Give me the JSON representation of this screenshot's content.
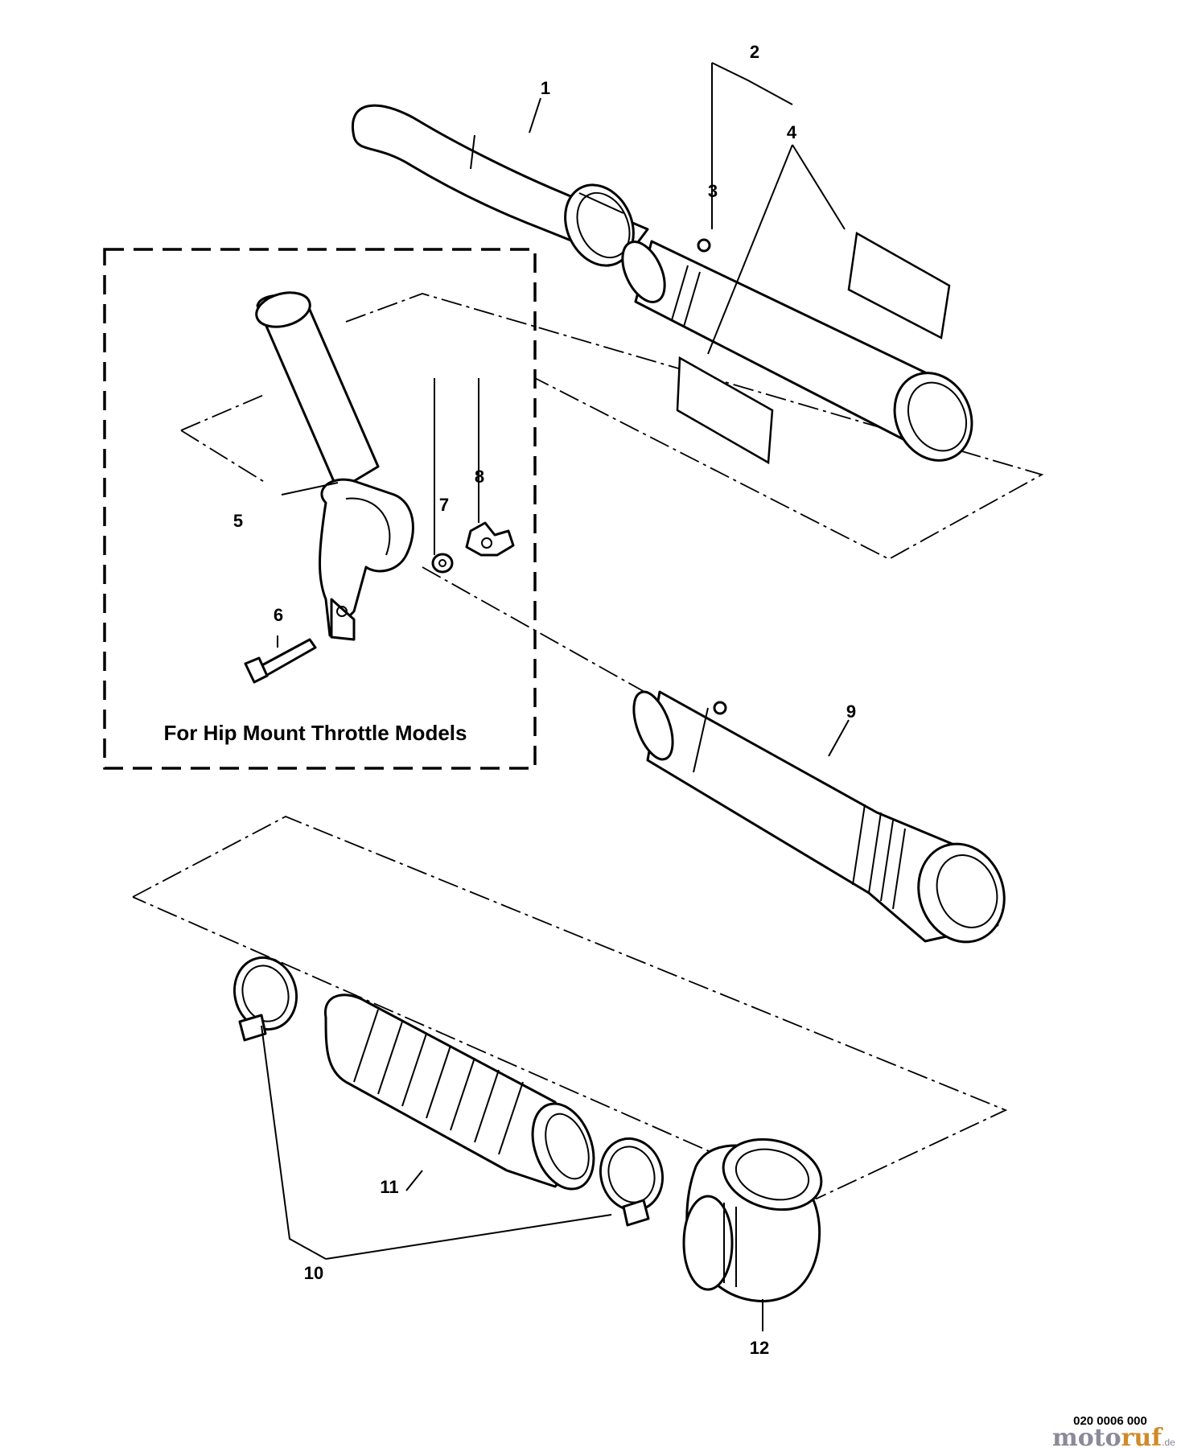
{
  "diagram": {
    "callouts": [
      "1",
      "2",
      "3",
      "4",
      "5",
      "6",
      "7",
      "8",
      "9",
      "10",
      "11",
      "12"
    ],
    "inset_caption": "For Hip Mount Throttle Models",
    "figure_code": "020 0006 000",
    "watermark": {
      "part1": "moto",
      "part2": "ruf",
      "suffix": ".de"
    }
  }
}
